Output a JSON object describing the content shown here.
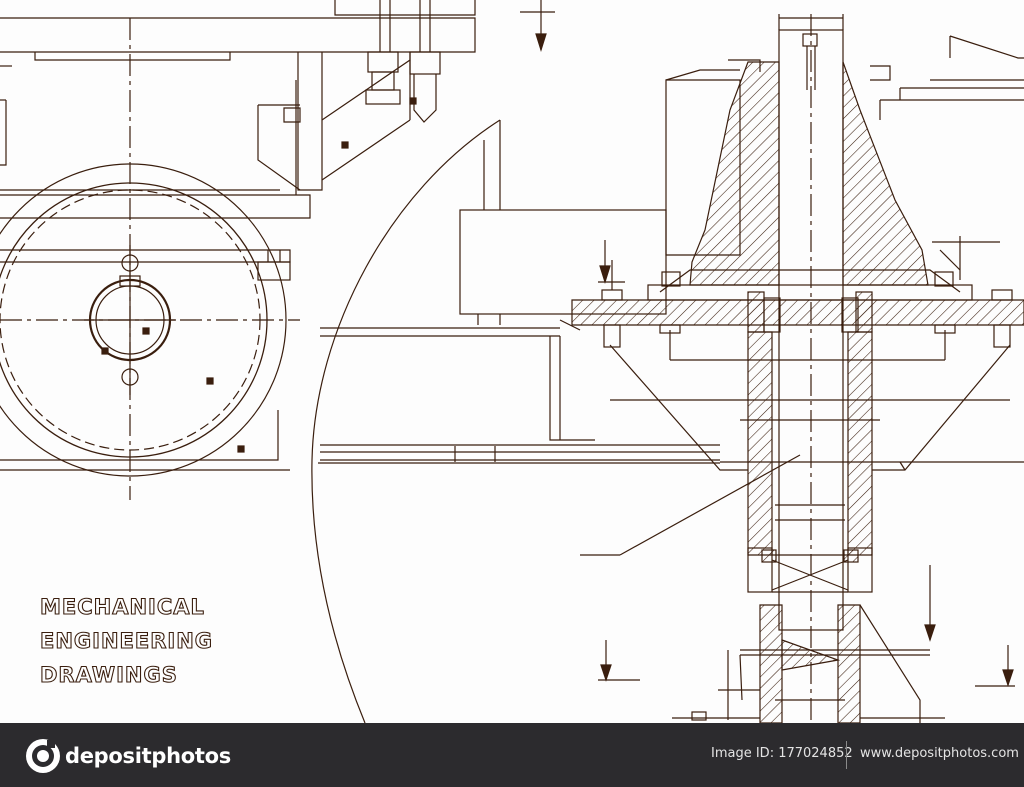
{
  "caption": {
    "line1": "MECHANICAL",
    "line2": "ENGINEERING",
    "line3": "DRAWINGS"
  },
  "colors": {
    "ink": "#3a1e0e",
    "paper": "#fdfdfd",
    "footer": "#2c2b2e",
    "footer_text": "#e4e4e4"
  },
  "footer": {
    "brand": "depositphotos",
    "image_id": "Image ID: 177024852",
    "site": "www.depositphotos.com",
    "logo_icon": "camera-aperture-icon"
  }
}
